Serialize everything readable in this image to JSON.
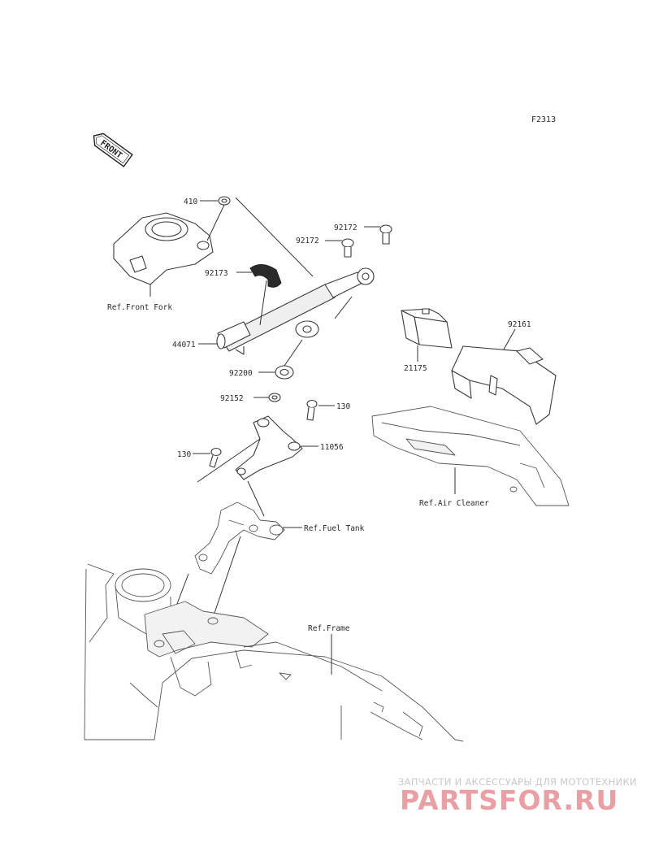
{
  "diagram": {
    "figure_code": "F2313",
    "front_arrow": "FRONT",
    "parts": [
      {
        "number": "410"
      },
      {
        "number": "92172"
      },
      {
        "number": "92172"
      },
      {
        "number": "92173"
      },
      {
        "number": "44071"
      },
      {
        "number": "92200"
      },
      {
        "number": "92152"
      },
      {
        "number": "130"
      },
      {
        "number": "130"
      },
      {
        "number": "11056"
      },
      {
        "number": "21175"
      },
      {
        "number": "92161"
      }
    ],
    "references": [
      {
        "text": "Ref.Front Fork"
      },
      {
        "text": "Ref.Fuel Tank"
      },
      {
        "text": "Ref.Air Cleaner"
      },
      {
        "text": "Ref.Frame"
      }
    ]
  },
  "watermark": {
    "subtitle": "ЗАПЧАСТИ И АКСЕССУАРЫ ДЛЯ МОТОТЕХНИКИ",
    "brand": "PARTSFOR.RU"
  }
}
